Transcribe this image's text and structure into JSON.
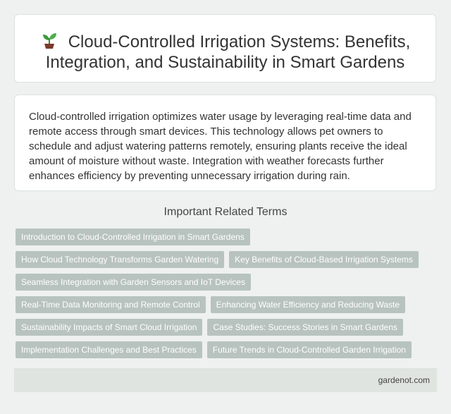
{
  "header": {
    "icon": "seedling-icon",
    "title_line1": "Cloud-Controlled Irrigation Systems: Benefits,",
    "title_line2": "Integration, and Sustainability in Smart Gardens"
  },
  "description": "Cloud-controlled irrigation optimizes water usage by leveraging real-time data and remote access through smart devices. This technology allows pet owners to schedule and adjust watering patterns remotely, ensuring plants receive the ideal amount of moisture without waste. Integration with weather forecasts further enhances efficiency by preventing unnecessary irrigation during rain.",
  "related": {
    "heading": "Important Related Terms",
    "tags": [
      "Introduction to Cloud-Controlled Irrigation in Smart Gardens",
      "How Cloud Technology Transforms Garden Watering",
      "Key Benefits of Cloud-Based Irrigation Systems",
      "Seamless Integration with Garden Sensors and IoT Devices",
      "Real-Time Data Monitoring and Remote Control",
      "Enhancing Water Efficiency and Reducing Waste",
      "Sustainability Impacts of Smart Cloud Irrigation",
      "Case Studies: Success Stories in Smart Gardens",
      "Implementation Challenges and Best Practices",
      "Future Trends in Cloud-Controlled Garden Irrigation"
    ]
  },
  "footer": {
    "site": "gardenot.com"
  }
}
